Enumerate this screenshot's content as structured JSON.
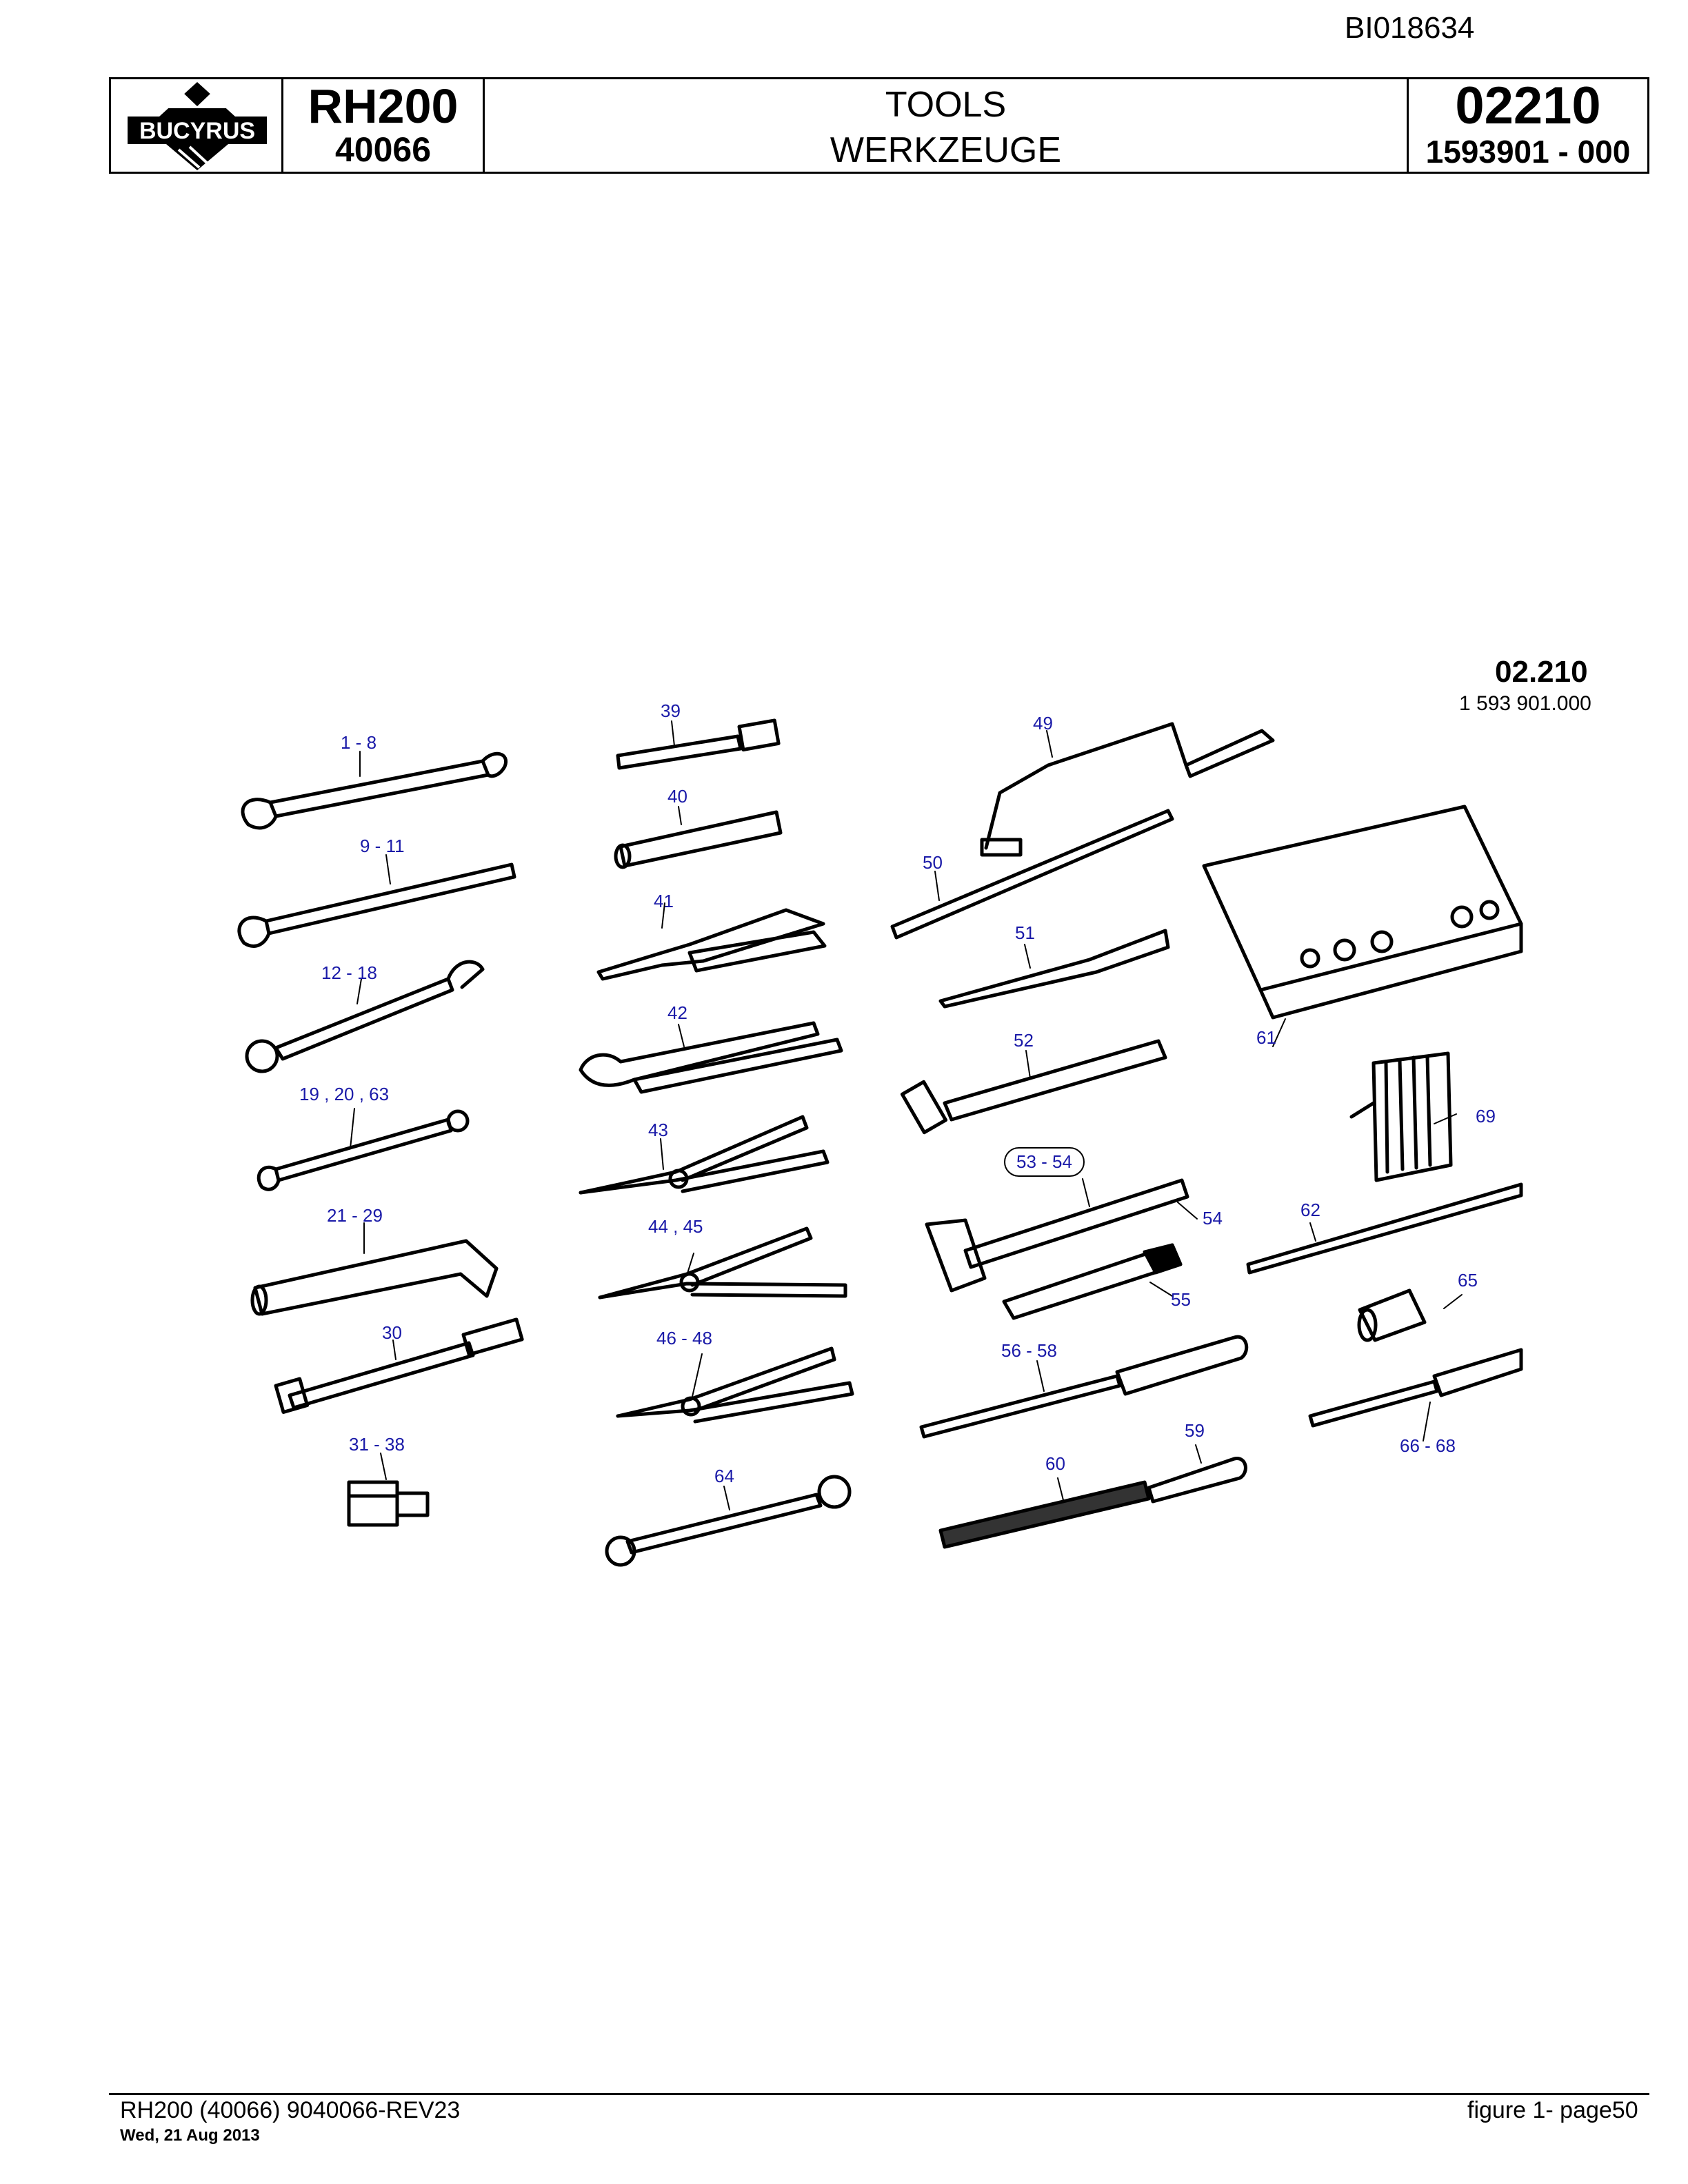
{
  "document_id": "BI018634",
  "header": {
    "logo_text": "BUCYRUS",
    "model": "RH200",
    "model_serial": "40066",
    "title_en": "TOOLS",
    "title_de": "WERKZEUGE",
    "group_number": "02210",
    "part_number": "1593901  - 000"
  },
  "figure": {
    "group_ref": "02.210",
    "part_ref": "1 593 901.000",
    "callouts": [
      {
        "label": "1 - 8"
      },
      {
        "label": "9 - 11"
      },
      {
        "label": "12 - 18"
      },
      {
        "label": "19 , 20 , 63"
      },
      {
        "label": "21 - 29"
      },
      {
        "label": "30"
      },
      {
        "label": "31 - 38"
      },
      {
        "label": "39"
      },
      {
        "label": "40"
      },
      {
        "label": "41"
      },
      {
        "label": "42"
      },
      {
        "label": "43"
      },
      {
        "label": "44 , 45"
      },
      {
        "label": "46 - 48"
      },
      {
        "label": "64"
      },
      {
        "label": "49"
      },
      {
        "label": "50"
      },
      {
        "label": "51"
      },
      {
        "label": "52"
      },
      {
        "label": "53 - 54"
      },
      {
        "label": "54"
      },
      {
        "label": "55"
      },
      {
        "label": "56 - 58"
      },
      {
        "label": "59"
      },
      {
        "label": "60"
      },
      {
        "label": "61"
      },
      {
        "label": "69"
      },
      {
        "label": "62"
      },
      {
        "label": "65"
      },
      {
        "label": "66 - 68"
      }
    ]
  },
  "footer": {
    "doc_ref": "RH200 (40066) 9040066-REV23",
    "date": "Wed, 21 Aug 2013",
    "page_ref": "figure  1- page50"
  }
}
